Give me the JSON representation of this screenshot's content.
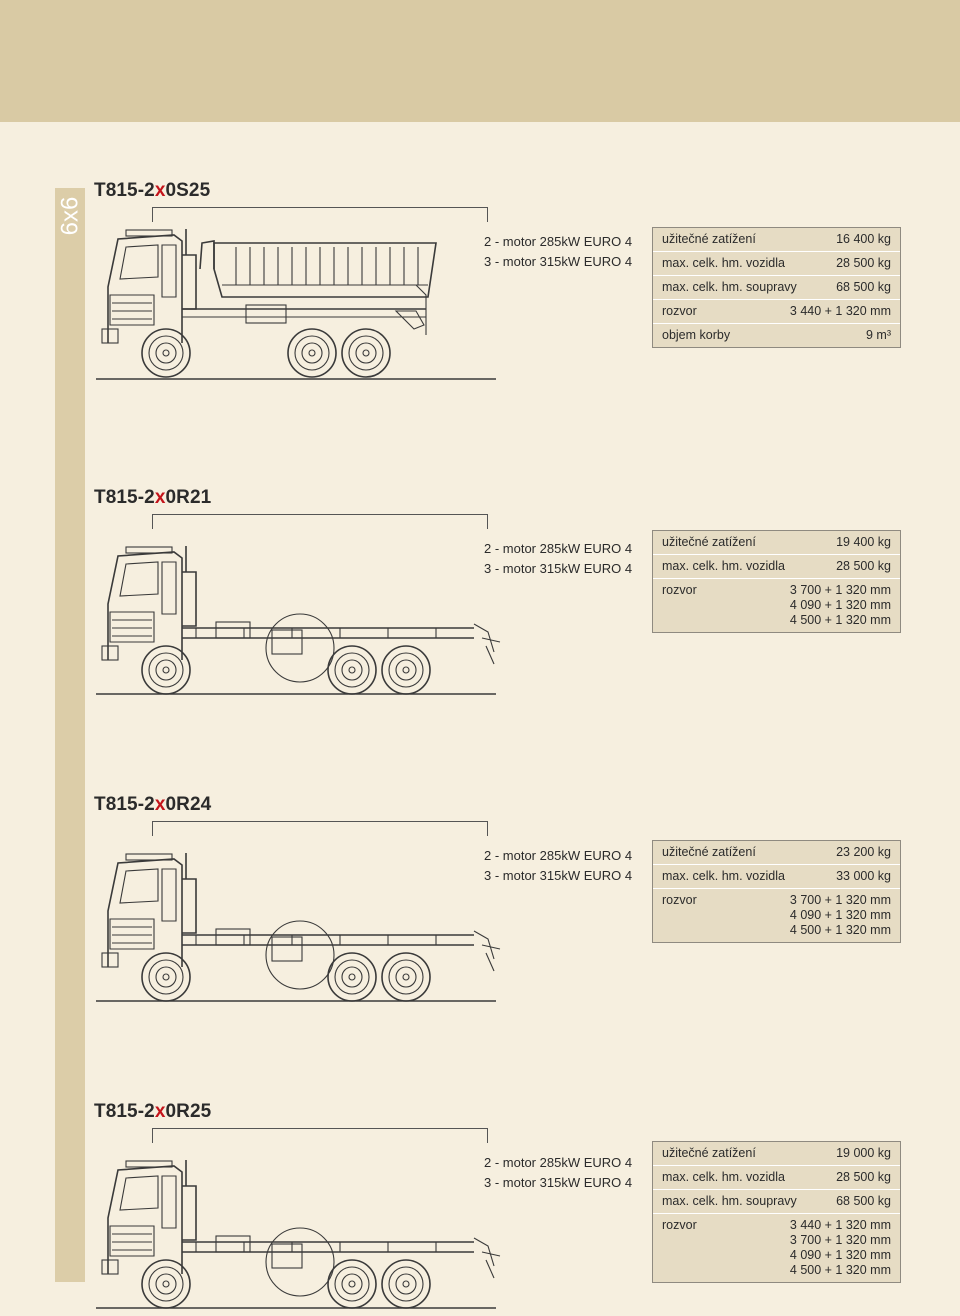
{
  "side_label": "6x6",
  "sections": [
    {
      "title_prefix": "T815-2",
      "title_x": "x",
      "title_suffix": "0S25",
      "motors": [
        "2 - motor 285kW EURO 4",
        "3 - motor 315kW EURO 4"
      ],
      "specs": [
        {
          "label": "užitečné zatížení",
          "value": [
            "16 400 kg"
          ]
        },
        {
          "label": "max. celk. hm. vozidla",
          "value": [
            "28 500 kg"
          ]
        },
        {
          "label": "max. celk. hm. soupravy",
          "value": [
            "68 500 kg"
          ]
        },
        {
          "label": "rozvor",
          "value": [
            "3 440 + 1 320 mm"
          ]
        },
        {
          "label": "objem korby",
          "value": [
            "9  m³"
          ]
        }
      ],
      "truck_type": "dump-truck-icon"
    },
    {
      "title_prefix": "T815-2",
      "title_x": "x",
      "title_suffix": "0R21",
      "motors": [
        "2 - motor 285kW EURO 4",
        "3 - motor 315kW EURO 4"
      ],
      "specs": [
        {
          "label": "užitečné zatížení",
          "value": [
            "19 400 kg"
          ]
        },
        {
          "label": "max. celk. hm. vozidla",
          "value": [
            "28 500 kg"
          ]
        },
        {
          "label": "rozvor",
          "value": [
            "3 700 + 1 320 mm",
            "4 090 + 1 320 mm",
            "4 500 + 1 320 mm"
          ]
        }
      ],
      "truck_type": "chassis-truck-icon"
    },
    {
      "title_prefix": "T815-2",
      "title_x": "x",
      "title_suffix": "0R24",
      "motors": [
        "2 - motor 285kW EURO 4",
        "3 - motor 315kW EURO 4"
      ],
      "specs": [
        {
          "label": "užitečné zatížení",
          "value": [
            "23 200 kg"
          ]
        },
        {
          "label": "max. celk. hm. vozidla",
          "value": [
            "33 000 kg"
          ]
        },
        {
          "label": "rozvor",
          "value": [
            "3 700 + 1 320 mm",
            "4 090 + 1 320 mm",
            "4 500 + 1 320 mm"
          ]
        }
      ],
      "truck_type": "chassis-truck-icon"
    },
    {
      "title_prefix": "T815-2",
      "title_x": "x",
      "title_suffix": "0R25",
      "motors": [
        "2 - motor 285kW EURO 4",
        "3 - motor 315kW EURO 4"
      ],
      "specs": [
        {
          "label": "užitečné zatížení",
          "value": [
            "19 000 kg"
          ]
        },
        {
          "label": "max. celk. hm. vozidla",
          "value": [
            "28 500 kg"
          ]
        },
        {
          "label": "max. celk. hm. soupravy",
          "value": [
            "68 500 kg"
          ]
        },
        {
          "label": "rozvor",
          "value": [
            "3 440 + 1 320 mm",
            "3 700 + 1 320 mm",
            "4 090 + 1 320 mm",
            "4 500 + 1 320 mm"
          ]
        }
      ],
      "truck_type": "chassis-truck-icon"
    }
  ]
}
